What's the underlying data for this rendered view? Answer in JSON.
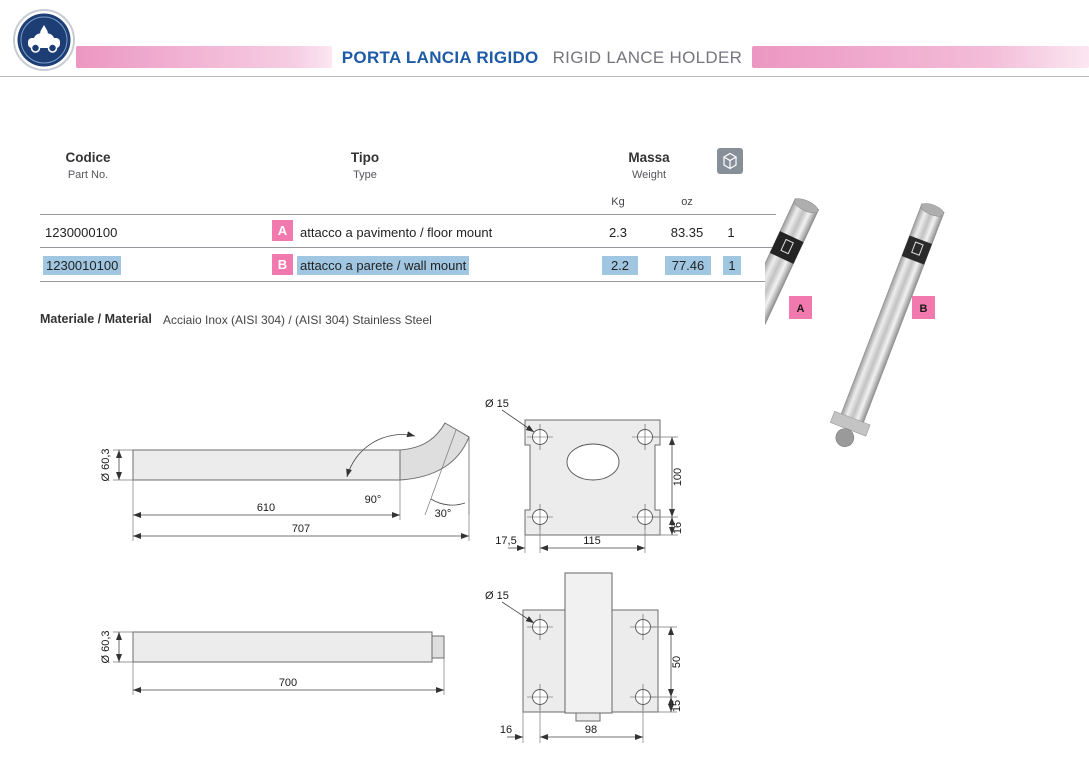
{
  "header": {
    "title_it": "PORTA LANCIA RIGIDO",
    "title_en": "RIGID LANCE HOLDER"
  },
  "table": {
    "headers": {
      "code_it": "Codice",
      "code_en": "Part No.",
      "type_it": "Tipo",
      "type_en": "Type",
      "mass_it": "Massa",
      "mass_en": "Weight",
      "unit_kg": "Kg",
      "unit_oz": "oz"
    },
    "rows": [
      {
        "code": "1230000100",
        "badge": "A",
        "type": "attacco a pavimento / floor mount",
        "kg": "2.3",
        "oz": "83.35",
        "qty": "1"
      },
      {
        "code": "1230010100",
        "badge": "B",
        "type": "attacco a parete / wall mount",
        "kg": "2.2",
        "oz": "77.46",
        "qty": "1"
      }
    ]
  },
  "material": {
    "label": "Materiale / Material",
    "value": "Acciaio Inox (AISI 304) / (AISI 304) Stainless Steel"
  },
  "drawings": {
    "floor_side": {
      "dia": "Ø 60,3",
      "len_inner": "610",
      "len_total": "707",
      "angle_main": "90°",
      "angle_cut": "30°"
    },
    "floor_front": {
      "hole": "Ø 15",
      "height": "100",
      "width": "115",
      "offset_left": "17,5",
      "offset_bottom": "16"
    },
    "wall_side": {
      "dia": "Ø 60,3",
      "length": "700"
    },
    "wall_front": {
      "hole": "Ø 15",
      "height": "50",
      "width": "98",
      "offset_left": "16",
      "offset_bottom": "15"
    }
  },
  "photos": {
    "label_a": "A",
    "label_b": "B"
  },
  "colors": {
    "accent_pink": "#F279AD",
    "accent_blue": "#1E5BA6",
    "highlight_blue": "#A0C6E1"
  }
}
